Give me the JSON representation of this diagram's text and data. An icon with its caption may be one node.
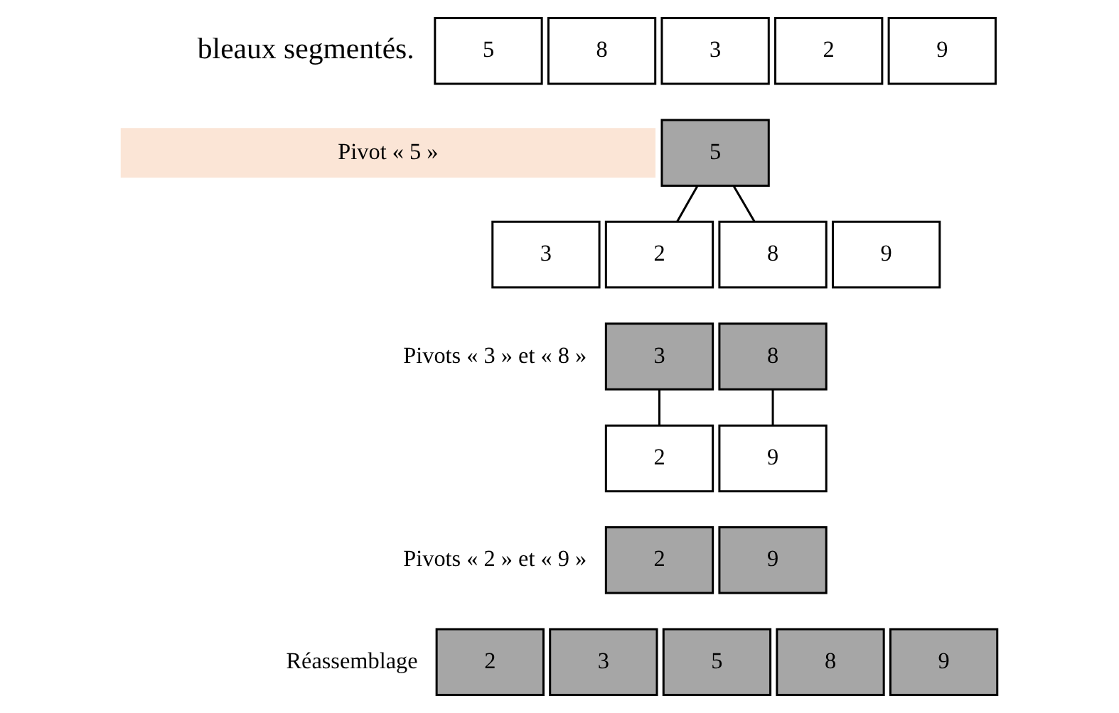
{
  "diagram": {
    "nodes": [
      {
        "text": [
          "5"
        ]
      },
      {
        "text": [
          "8"
        ]
      },
      {
        "text": [
          "3"
        ]
      },
      {
        "text": [
          "2"
        ]
      },
      {
        "text": [
          "9"
        ]
      },
      {
        "text": [
          "Pivot « 5 »"
        ]
      },
      {
        "text": [
          "5"
        ]
      },
      {
        "text": [
          "3"
        ]
      },
      {
        "text": [
          "2"
        ]
      },
      {
        "text": [
          "8"
        ]
      },
      {
        "text": [
          "9"
        ]
      },
      {
        "text": [
          "3"
        ]
      },
      {
        "text": [
          "8"
        ]
      },
      {
        "text": [
          "2"
        ]
      },
      {
        "text": [
          "9"
        ]
      },
      {
        "text": [
          "2"
        ]
      },
      {
        "text": [
          "9"
        ]
      },
      {
        "text": [
          "2"
        ]
      },
      {
        "text": [
          "3"
        ]
      },
      {
        "text": [
          "5"
        ]
      },
      {
        "text": [
          "8"
        ]
      },
      {
        "text": [
          "9"
        ]
      }
    ],
    "edges": [
      {
        "from": 6,
        "to": 8,
        "arrow": "none"
      },
      {
        "from": 6,
        "to": 9,
        "arrow": "none"
      },
      {
        "from": 11,
        "to": 13,
        "arrow": "none"
      },
      {
        "from": 12,
        "to": 14,
        "arrow": "none"
      }
    ],
    "labels": [
      "bleaux segmentés.",
      "Pivots « 3 » et « 8 »",
      "Pivots « 2 » et « 9 »",
      "Réassemblage"
    ]
  }
}
